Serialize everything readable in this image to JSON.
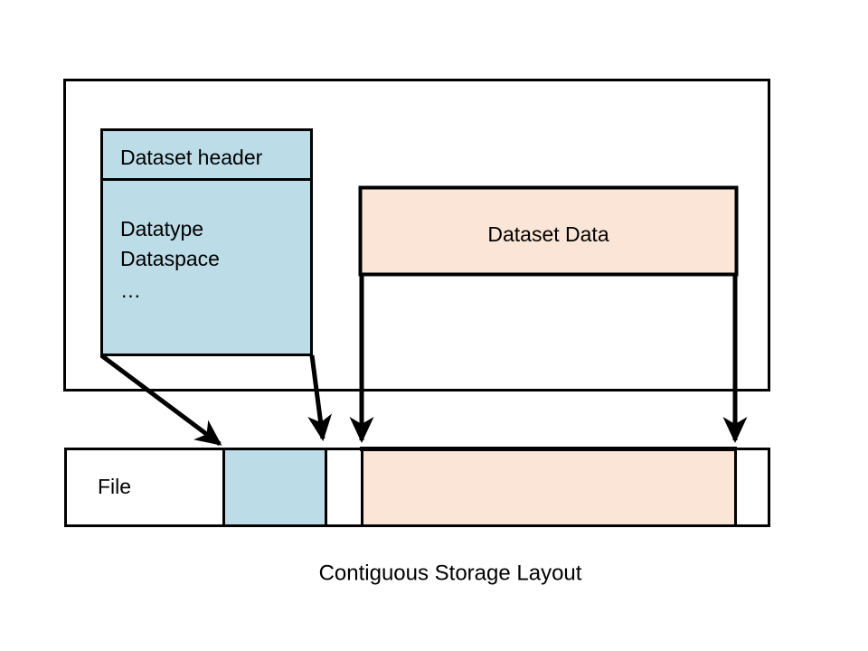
{
  "diagram": {
    "caption": "Contiguous Storage Layout",
    "colors": {
      "header_fill": "#bcdce8",
      "data_fill": "#fbe5d6",
      "stroke": "#000000",
      "background": "#ffffff"
    },
    "memory_container": {
      "name": "memory-container"
    },
    "dataset_header_box": {
      "header_label": "Dataset header",
      "body_line1": "Datatype",
      "body_line2": "Dataspace",
      "body_line3": "…"
    },
    "dataset_data_box": {
      "label": "Dataset Data"
    },
    "file_bar": {
      "label": "File",
      "segments": [
        {
          "name": "file-segment-empty-left",
          "fill": "none"
        },
        {
          "name": "file-segment-header",
          "fill": "#bcdce8"
        },
        {
          "name": "file-segment-gap",
          "fill": "none"
        },
        {
          "name": "file-segment-data",
          "fill": "#fbe5d6"
        },
        {
          "name": "file-segment-empty-right",
          "fill": "none"
        }
      ]
    },
    "arrows": [
      {
        "name": "arrow-header-left-to-file",
        "from": "dataset-header-box-bottom-left",
        "to": "file-segment-header-left"
      },
      {
        "name": "arrow-header-right-to-file",
        "from": "dataset-header-box-bottom-right",
        "to": "file-segment-header-right"
      },
      {
        "name": "arrow-data-left-to-file",
        "from": "dataset-data-box-bottom-left",
        "to": "file-segment-data-left"
      },
      {
        "name": "arrow-data-right-to-file",
        "from": "dataset-data-box-bottom-right",
        "to": "file-segment-data-right"
      }
    ]
  }
}
